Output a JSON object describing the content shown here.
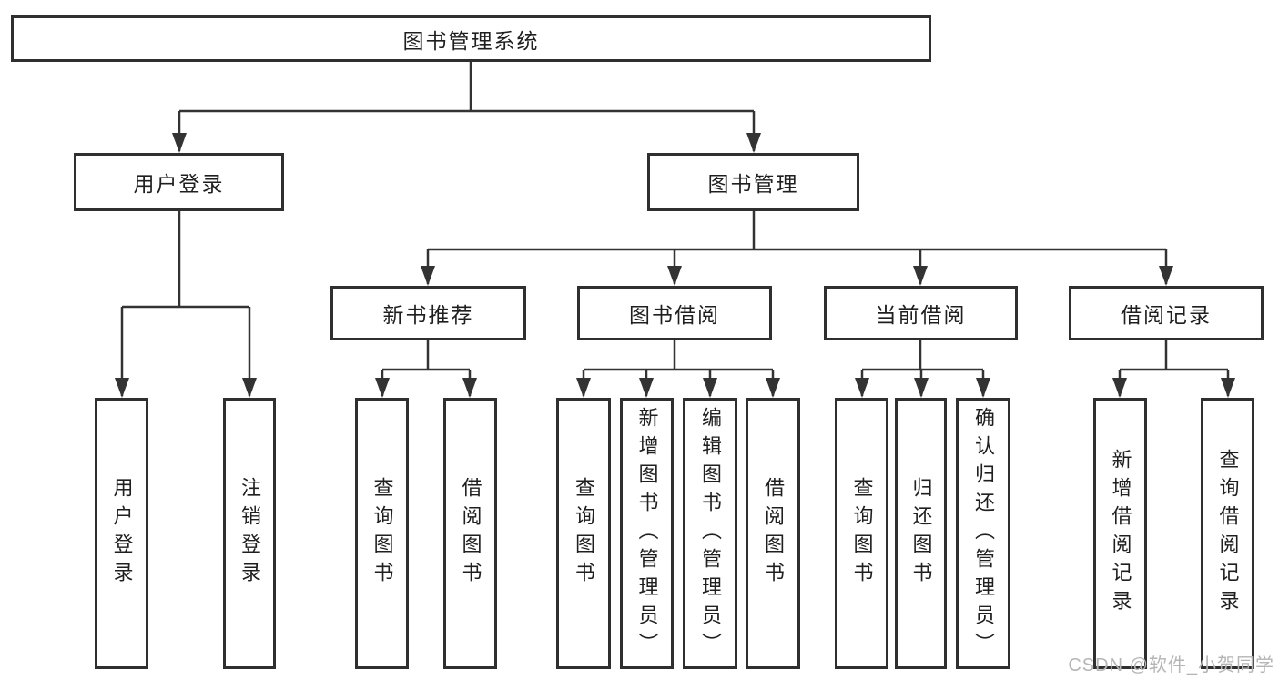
{
  "colors": {
    "line": "#333333",
    "box_border": "#2f2f2f",
    "box_bg": "#ffffff",
    "text": "#1f1f1f",
    "watermark": "#b5b5b5"
  },
  "tree": {
    "root": "图书管理系统",
    "branches": [
      {
        "label": "用户登录",
        "children": [
          "用户登录",
          "注销登录"
        ]
      },
      {
        "label": "图书管理",
        "groups": [
          {
            "label": "新书推荐",
            "children": [
              "查询图书",
              "借阅图书"
            ]
          },
          {
            "label": "图书借阅",
            "children": [
              "查询图书",
              "新增图书（管理员）",
              "编辑图书（管理员）",
              "借阅图书"
            ]
          },
          {
            "label": "当前借阅",
            "children": [
              "查询图书",
              "归还图书",
              "确认归还（管理员）"
            ]
          },
          {
            "label": "借阅记录",
            "children": [
              "新增借阅记录",
              "查询借阅记录"
            ]
          }
        ]
      }
    ]
  },
  "watermark": {
    "text": "CSDN @软件_小贺同学"
  }
}
